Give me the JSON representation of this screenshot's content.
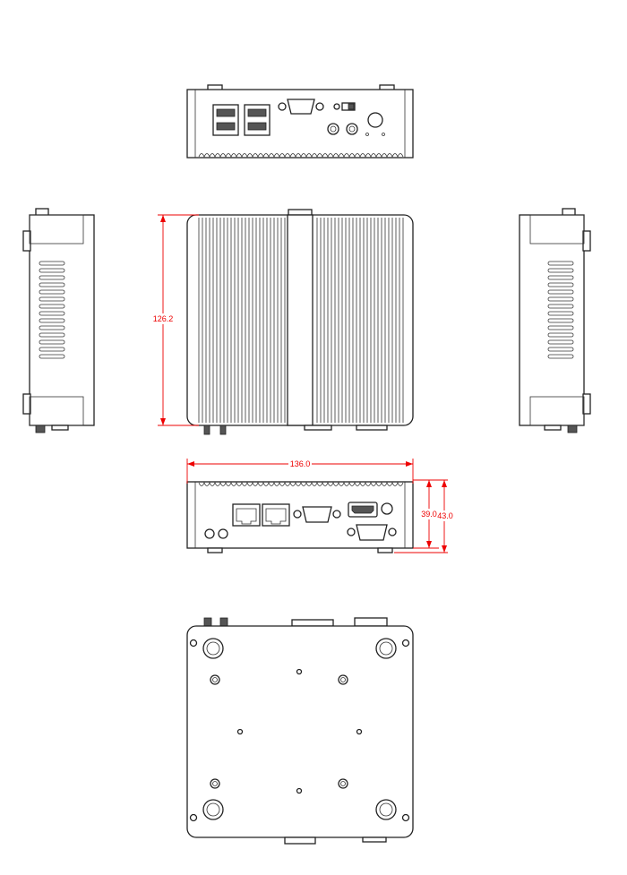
{
  "drawing": {
    "views": [
      "rear-panel-view",
      "top-heatsink-view",
      "left-side-view",
      "right-side-view",
      "front-panel-view",
      "bottom-view"
    ],
    "dimensions": {
      "depth": "126.2",
      "width": "136.0",
      "body_height": "39.0",
      "total_height": "43.0"
    },
    "colors": {
      "outline": "#222222",
      "dimension": "#ee0000"
    }
  }
}
